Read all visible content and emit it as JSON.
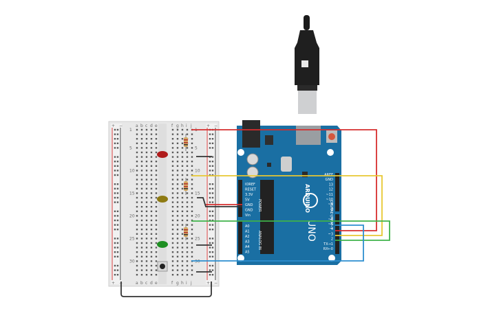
{
  "breadboard": {
    "columns_left": [
      "a",
      "b",
      "c",
      "d",
      "e"
    ],
    "columns_right": [
      "f",
      "g",
      "h",
      "i",
      "j"
    ],
    "row_numbers": [
      "1",
      "5",
      "10",
      "15",
      "20",
      "25",
      "30"
    ],
    "rail_plus": "+",
    "rail_minus": "−"
  },
  "components": {
    "leds": [
      {
        "name": "red-led",
        "color": "#b01c1c",
        "row": "7"
      },
      {
        "name": "yellow-led",
        "color": "#8e7a12",
        "row": "17"
      },
      {
        "name": "green-led",
        "color": "#1e8f22",
        "row": "27"
      }
    ],
    "resistors": [
      "resistor-1",
      "resistor-2",
      "resistor-3"
    ],
    "pushbutton": "pushbutton"
  },
  "arduino": {
    "model": "UNO",
    "brand": "ARDUINO",
    "power_header": [
      "IOREF",
      "RESET",
      "3.3V",
      "5V",
      "GND",
      "GND",
      "Vin"
    ],
    "power_title": "POWER",
    "analog_header": [
      "A0",
      "A1",
      "A2",
      "A3",
      "A4",
      "A5"
    ],
    "analog_title": "ANALOG IN",
    "digital_top": [
      "AREF",
      "GND",
      "13",
      "12",
      "~11",
      "~10",
      "~9",
      "8"
    ],
    "digital_bottom": [
      "7",
      "~6",
      "~5",
      "4",
      "~3",
      "2",
      "TX→1",
      "RX←0"
    ],
    "digital_title": "DIGITAL (PWM~)",
    "board_color": "#1a6fa3"
  },
  "wires": {
    "red": "#d62e2e",
    "yellow": "#e8c832",
    "green": "#3fb34a",
    "blue": "#2d8fd0",
    "black": "#333333"
  },
  "usb_cable": "usb-cable"
}
